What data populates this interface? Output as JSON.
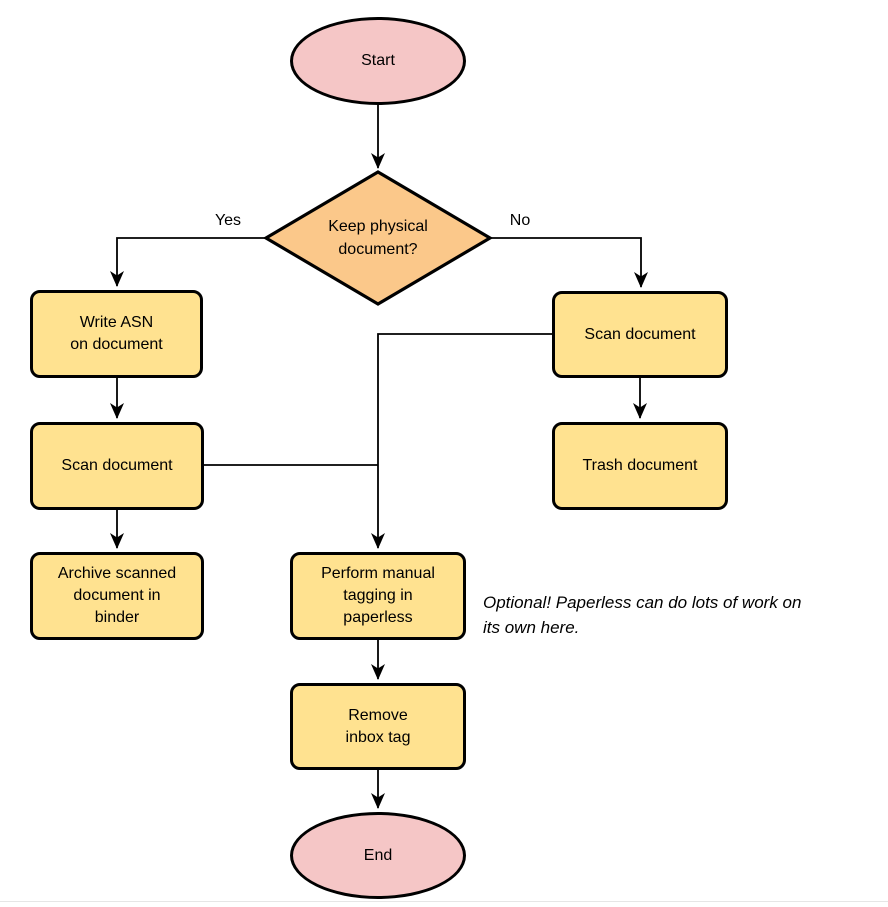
{
  "diagram": {
    "nodes": {
      "start": {
        "label": "Start",
        "type": "terminator"
      },
      "decision": {
        "label": "Keep physical\ndocument?",
        "type": "decision"
      },
      "write_asn": {
        "label": "Write ASN\non document",
        "type": "process"
      },
      "scan_left": {
        "label": "Scan document",
        "type": "process"
      },
      "archive": {
        "label": "Archive scanned\ndocument in\nbinder",
        "type": "process"
      },
      "scan_right": {
        "label": "Scan document",
        "type": "process"
      },
      "trash": {
        "label": "Trash document",
        "type": "process"
      },
      "tagging": {
        "label": "Perform manual\ntagging in\npaperless",
        "type": "process"
      },
      "remove_inbox": {
        "label": "Remove\ninbox tag",
        "type": "process"
      },
      "end": {
        "label": "End",
        "type": "terminator"
      }
    },
    "edge_labels": {
      "yes": "Yes",
      "no": "No"
    },
    "annotation": "Optional! Paperless can do lots of work on\nits own here.",
    "colors": {
      "terminator_fill": "#f5c6c6",
      "decision_fill": "#fbc88a",
      "process_fill": "#ffe290",
      "stroke": "#000000",
      "background": "#ffffff",
      "baseline_rule": "#e6e6e6"
    }
  }
}
